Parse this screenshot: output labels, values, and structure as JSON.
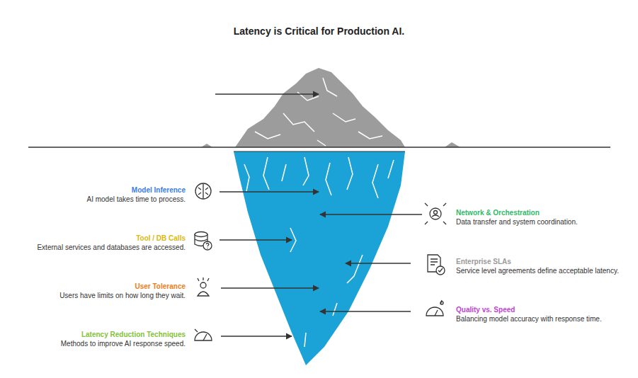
{
  "diagram": {
    "title": "Latency is Critical for Production AI.",
    "labels": [
      "Model Inference",
      "AI model takes time to process.",
      "Network & Orchestration",
      "Data transfer and system coordination.",
      "Tool / DB Calls",
      "External services and databases are accessed.",
      "Enterprise SLAs",
      "Service level agreements define acceptable latency.",
      "User Tolerance",
      "Users have limits on how long they wait.",
      "Quality vs. Speed",
      "Balancing model accuracy with response time.",
      "Latency Reduction Techniques",
      "Methods to improve AI response speed."
    ]
  }
}
